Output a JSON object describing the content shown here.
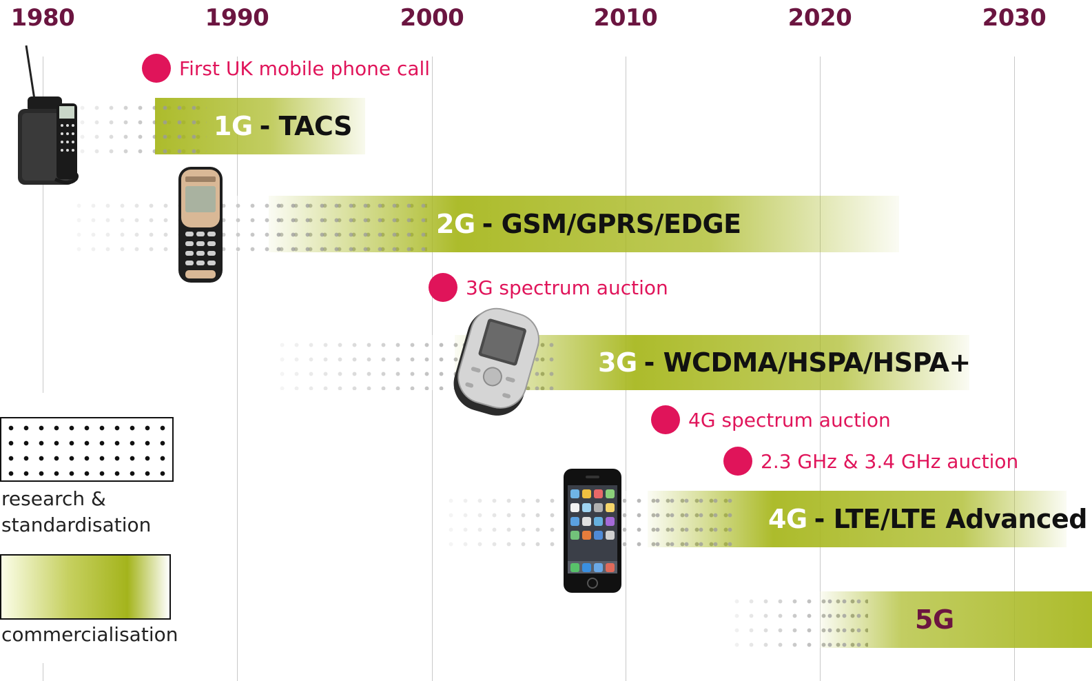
{
  "timeline": {
    "years": [
      "1980",
      "1990",
      "2000",
      "2010",
      "2020",
      "2030"
    ]
  },
  "events": [
    {
      "id": "e1",
      "label": "First UK mobile phone call"
    },
    {
      "id": "e2",
      "label": "3G spectrum auction"
    },
    {
      "id": "e3",
      "label": "4G spectrum auction"
    },
    {
      "id": "e4",
      "label": "2.3 GHz & 3.4 GHz auction"
    }
  ],
  "generations": [
    {
      "id": "g1",
      "gen": "1G",
      "label": "- TACS"
    },
    {
      "id": "g2",
      "gen": "2G",
      "label": "- GSM/GPRS/EDGE"
    },
    {
      "id": "g3",
      "gen": "3G",
      "label": "- WCDMA/HSPA/HSPA+"
    },
    {
      "id": "g4",
      "gen": "4G",
      "label": "- LTE/LTE Advanced"
    },
    {
      "id": "g5",
      "gen": "5G",
      "label": ""
    }
  ],
  "legend": {
    "research_line1": "research &",
    "research_line2": "standardisation",
    "commercial": "commercialisation"
  },
  "colors": {
    "year_text": "#6b1540",
    "event": "#e0145a",
    "band_green": "#a8b820",
    "dots": "#9a9a9a"
  },
  "phones": [
    "brick-phone-icon",
    "nokia-phone-icon",
    "smartphone-slider-icon",
    "iphone-icon"
  ]
}
